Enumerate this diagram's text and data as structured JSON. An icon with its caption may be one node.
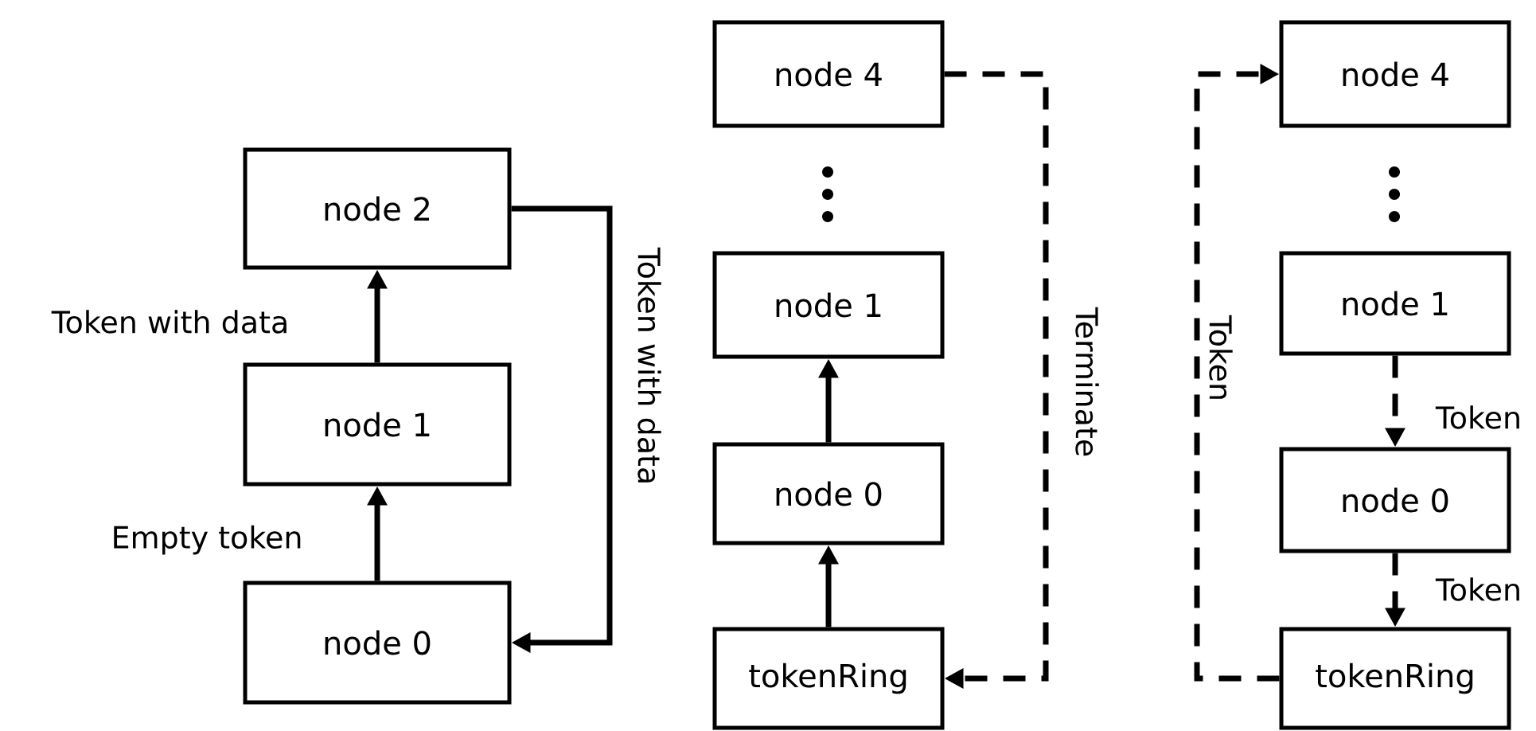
{
  "diagram": {
    "nodes": [
      {
        "text": [
          "node 2"
        ]
      },
      {
        "text": [
          "node 1"
        ]
      },
      {
        "text": [
          "node 0"
        ]
      },
      {
        "text": [
          "node 4"
        ]
      },
      {
        "text": [
          "node 1"
        ]
      },
      {
        "text": [
          "node 0"
        ]
      },
      {
        "text": [
          "tokenRing"
        ]
      },
      {
        "text": [
          "node 4"
        ]
      },
      {
        "text": [
          "node 1"
        ]
      },
      {
        "text": [
          "node 0"
        ]
      },
      {
        "text": [
          "tokenRing"
        ]
      }
    ],
    "edges": [
      {
        "from": 2,
        "to": 1,
        "arrow": "to",
        "label": "Empty token"
      },
      {
        "from": 1,
        "to": 0,
        "arrow": "to",
        "label": "Token with data"
      },
      {
        "from": 0,
        "to": 2,
        "arrow": "to",
        "label": "Token with data"
      },
      {
        "from": 6,
        "to": 5,
        "arrow": "to"
      },
      {
        "from": 5,
        "to": 4,
        "arrow": "to"
      },
      {
        "from": 3,
        "to": 6,
        "arrow": "to",
        "style": "dashed",
        "label": "Terminate"
      },
      {
        "from": 8,
        "to": 9,
        "arrow": "to",
        "style": "dashed",
        "label": "Token"
      },
      {
        "from": 9,
        "to": 10,
        "arrow": "to",
        "style": "dashed",
        "label": "Token"
      },
      {
        "from": 10,
        "to": 7,
        "arrow": "to",
        "style": "dashed",
        "label": "Token"
      }
    ]
  }
}
